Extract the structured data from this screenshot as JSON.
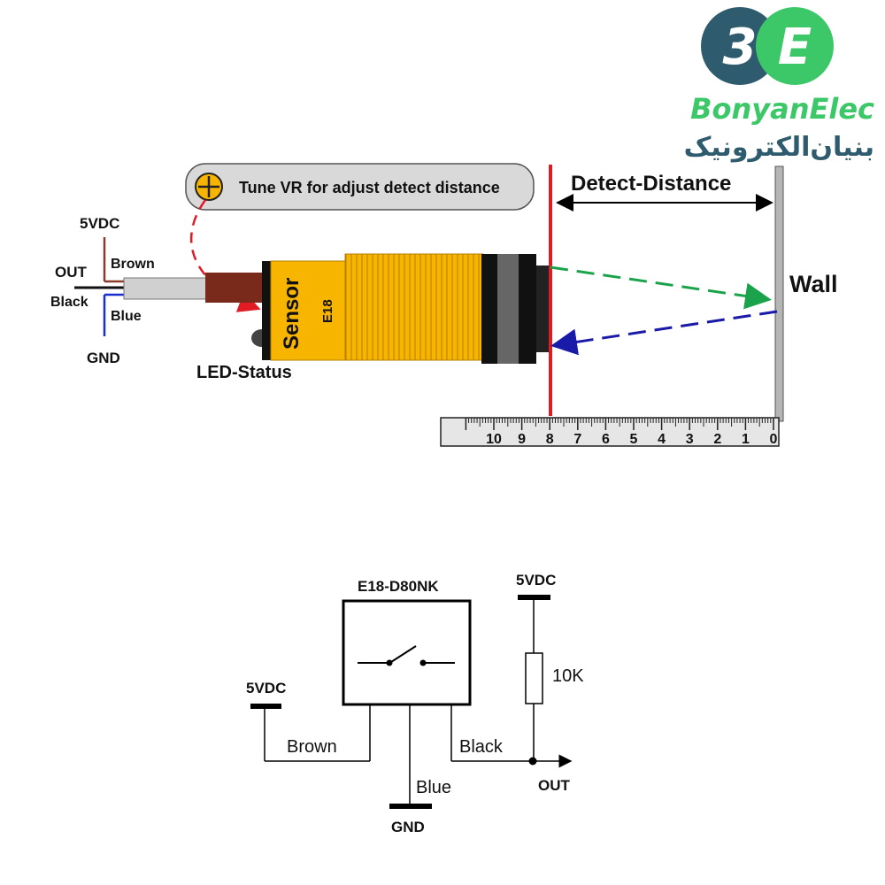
{
  "logo": {
    "monogram_left": "3",
    "monogram_right": "E",
    "brand_en": "BonyanElec",
    "brand_fa": "بنیان‌الکترونیک",
    "colors": {
      "dark": "#2f5b6e",
      "green": "#3cc868"
    }
  },
  "sensor_diagram": {
    "tune_note": "Tune VR for adjust detect distance",
    "sensor_label": "Sensor",
    "model_label": "E18",
    "led_label": "LED-Status",
    "wires": {
      "supply": "5VDC",
      "out": "OUT",
      "black": "Black",
      "brown": "Brown",
      "blue": "Blue",
      "gnd": "GND"
    },
    "detect_distance_label": "Detect-Distance",
    "wall_label": "Wall",
    "ruler_ticks": [
      "10",
      "9",
      "8",
      "7",
      "6",
      "5",
      "4",
      "3",
      "2",
      "1",
      "0"
    ],
    "colors": {
      "sensor_body": "#f7b500",
      "threshold_line": "#e01b24",
      "emit_arrow": "#1aa34a",
      "return_arrow": "#1a1aa8",
      "tune_arrow": "#e01b24",
      "brown_wire": "#8b3a2b",
      "blue_wire": "#1a2fd0"
    }
  },
  "circuit": {
    "module_label": "E18-D80NK",
    "supply_left": "5VDC",
    "supply_right": "5VDC",
    "resistor_label": "10K",
    "wire_brown": "Brown",
    "wire_blue": "Blue",
    "wire_black": "Black",
    "out_label": "OUT",
    "gnd_label": "GND"
  }
}
